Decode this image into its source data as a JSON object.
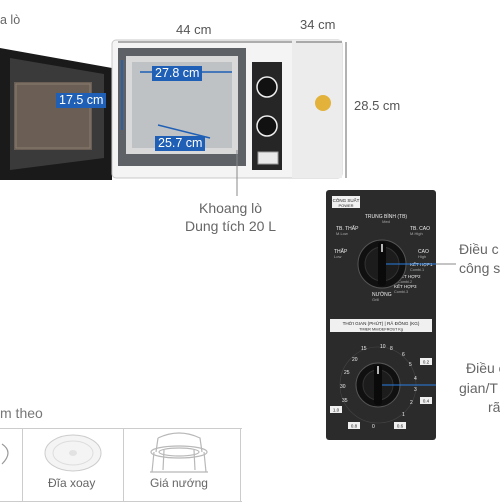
{
  "top_left_label": "a lò",
  "dimensions": {
    "width": "44 cm",
    "depth": "34 cm",
    "height": "28.5 cm",
    "inner_width": "27.8 cm",
    "inner_height": "17.5 cm",
    "inner_depth": "25.7 cm"
  },
  "cavity_note": {
    "line1": "Khoang lò",
    "line2": "Dung tích 20 L"
  },
  "power_callout": {
    "line1": "Điều c",
    "line2": "công s"
  },
  "timer_callout": {
    "line1": "Điều c",
    "line2": "gian/T",
    "line3": "rã"
  },
  "accessories": {
    "heading": "m theo",
    "items": [
      {
        "label": "Đĩa xoay"
      },
      {
        "label": "Giá nướng"
      }
    ]
  },
  "power_panel": {
    "header_vi": "CÔNG SUẤT",
    "header_en": "POWER",
    "labels": [
      {
        "vi": "TRUNG BÌNH (TB)",
        "en": "Med"
      },
      {
        "vi": "TB. THẤP",
        "en": "M.Low"
      },
      {
        "vi": "TB. CAO",
        "en": "M.High"
      },
      {
        "vi": "THẤP",
        "en": "Low"
      },
      {
        "vi": "CAO",
        "en": "High"
      },
      {
        "vi": "KẾT HỢP1",
        "en": "Combi.1"
      },
      {
        "vi": "KẾT HỢP2",
        "en": "Combi.2"
      },
      {
        "vi": "KẾT HỢP3",
        "en": "Combi.3"
      },
      {
        "vi": "NƯỚNG",
        "en": "Grill"
      }
    ]
  },
  "timer_panel": {
    "header_vi": "THỜI GIAN (PHÚT) | RÃ ĐÔNG (KG)",
    "header_en": "TIMER Min/DEFROST Kg",
    "numbers": [
      "15",
      "20",
      "25",
      "30",
      "35",
      "10",
      "8",
      "6",
      "5",
      "4",
      "3",
      "2",
      "1",
      "0"
    ],
    "defrost": [
      "0.2",
      "0.4",
      "0.6",
      "0.8",
      "1.0"
    ]
  },
  "colors": {
    "label_blue": "#1f5fb5",
    "panel_dark": "#2b2b2b",
    "oven_body": "#f2f2f2"
  }
}
